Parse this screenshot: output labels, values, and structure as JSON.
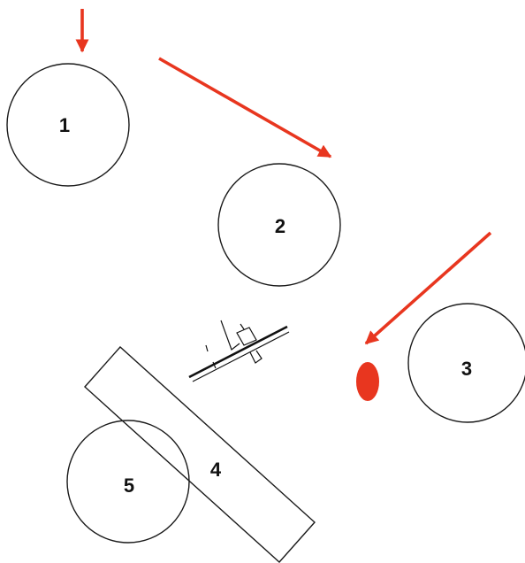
{
  "labels": {
    "circle_1": "1",
    "circle_2": "2",
    "circle_3": "3",
    "rectangle_4": "4",
    "circle_5": "5"
  },
  "colors": {
    "arrow": "#e8361f",
    "target": "#e8361f",
    "outline": "#1a1a1a"
  },
  "icons": {
    "aircraft": "plane-icon"
  }
}
